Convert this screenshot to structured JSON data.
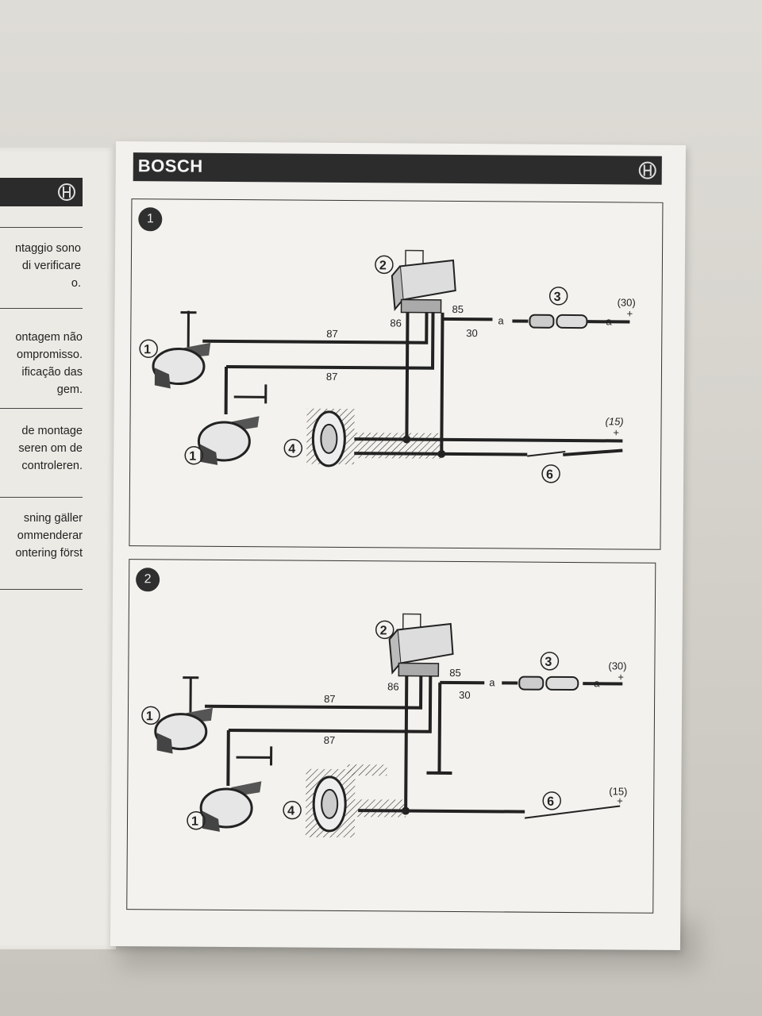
{
  "brand": "BOSCH",
  "left_page": {
    "paragraphs": [
      "ntaggio sono\n di verificare\no.",
      "ontagem não\nompromisso.\nificação das\ngem.",
      " de montage\nseren om de\n controleren.",
      "sning gäller\nommenderar\nontering först"
    ]
  },
  "figures": [
    {
      "number": "1",
      "callouts": {
        "horn": "1",
        "relay": "2",
        "fuse": "3",
        "switch": "4",
        "cable": "6"
      },
      "wire_labels": {
        "w87a": "87",
        "w87b": "87",
        "t86": "86",
        "t85": "85",
        "t30": "30",
        "a1": "a",
        "a2": "a"
      },
      "supply": {
        "battery": "(30)",
        "battery_sign": "+",
        "ignition": "(15)",
        "ignition_sign": "+"
      }
    },
    {
      "number": "2",
      "callouts": {
        "horn": "1",
        "relay": "2",
        "fuse": "3",
        "switch": "4",
        "cable": "6"
      },
      "wire_labels": {
        "w87a": "87",
        "w87b": "87",
        "t86": "86",
        "t85": "85",
        "t30": "30",
        "a1": "a",
        "a2": "a"
      },
      "supply": {
        "battery": "(30)",
        "battery_sign": "+",
        "ignition": "(15)",
        "ignition_sign": "+"
      }
    }
  ]
}
